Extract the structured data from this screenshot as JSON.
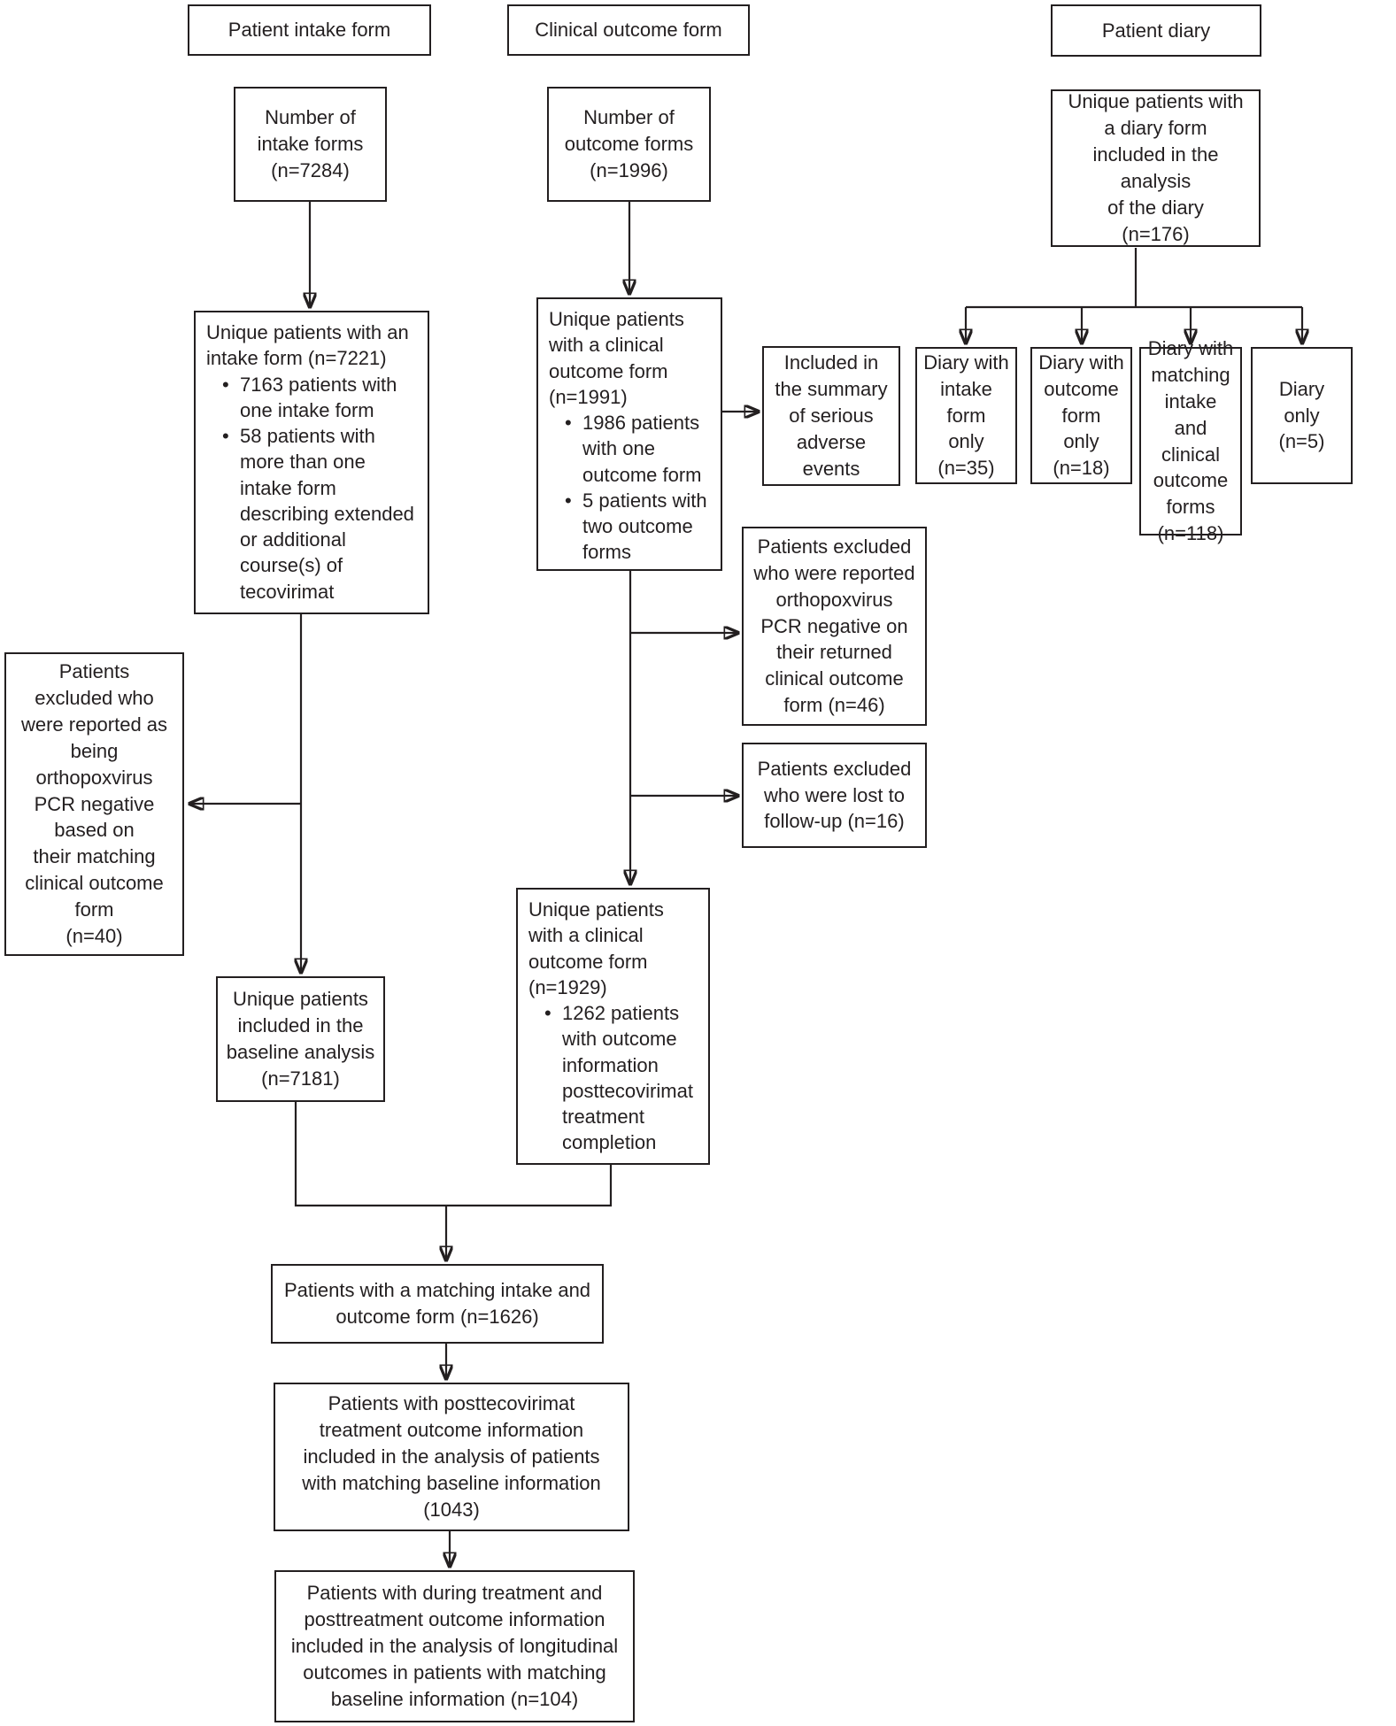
{
  "colors": {
    "ink": "#231f20",
    "background": "#ffffff"
  },
  "boxes": {
    "header_intake": {
      "text": "Patient intake form"
    },
    "header_outcome": {
      "text": "Clinical outcome form"
    },
    "header_diary": {
      "text": "Patient diary"
    },
    "num_intake": {
      "text": "Number of\nintake forms\n(n=7284)"
    },
    "num_outcome": {
      "text": "Number of\noutcome forms\n(n=1996)"
    },
    "diary_unique": {
      "text": "Unique patients with\na diary form\nincluded in the analysis\nof the diary\n(n=176)"
    },
    "intake_unique": {
      "title": "Unique patients with an\nintake form (n=7221)",
      "bullets": [
        "7163 patients with\none intake form",
        "58 patients with\nmore than one\nintake form\ndescribing extended\nor additional\ncourse(s) of\ntecovirimat"
      ]
    },
    "outcome_unique": {
      "title": "Unique patients\nwith a clinical\noutcome form\n(n=1991)",
      "bullets": [
        "1986 patients\nwith one\noutcome form",
        "5 patients with\ntwo outcome\nforms"
      ]
    },
    "sae": {
      "text": "Included in\nthe summary\nof serious\nadverse\nevents"
    },
    "diary_intake_only": {
      "text": "Diary with\nintake\nform\nonly\n(n=35)"
    },
    "diary_outcome_only": {
      "text": "Diary with\noutcome\nform\nonly\n(n=18)"
    },
    "diary_matching": {
      "text": "Diary with\nmatching\nintake and\nclinical\noutcome\nforms\n(n=118)"
    },
    "diary_only": {
      "text": "Diary\nonly\n(n=5)"
    },
    "excluded_pcr_matching": {
      "text": "Patients\nexcluded who\nwere reported as\nbeing\northopoxvirus\nPCR negative\nbased on\ntheir matching\nclinical outcome\nform\n(n=40)"
    },
    "excluded_pcr_returned": {
      "text": "Patients excluded\nwho were reported\northopoxvirus\nPCR negative on\ntheir returned\nclinical outcome\nform (n=46)"
    },
    "excluded_lost_followup": {
      "text": "Patients excluded\nwho were lost to\nfollow-up (n=16)"
    },
    "baseline": {
      "text": "Unique patients\nincluded in the\nbaseline analysis\n(n=7181)"
    },
    "outcome_1929": {
      "title": "Unique patients\nwith a clinical\noutcome form\n(n=1929)",
      "bullets": [
        "1262 patients\nwith outcome\ninformation\nposttecovirimat\ntreatment\ncompletion"
      ]
    },
    "matching_1626": {
      "text": "Patients with a matching intake and\noutcome form (n=1626)"
    },
    "post_1043": {
      "text": "Patients with posttecovirimat\ntreatment outcome information\nincluded in the analysis of patients\nwith matching baseline information\n(1043)"
    },
    "longitudinal_104": {
      "text": "Patients with during treatment and\nposttreatment outcome information\nincluded in the analysis of longitudinal\noutcomes in patients with matching\nbaseline information (n=104)"
    }
  },
  "counts": {
    "intake_forms": 7284,
    "outcome_forms": 1996,
    "diary_patients": 176,
    "unique_intake_patients": 7221,
    "one_intake_form": 7163,
    "multiple_intake_forms": 58,
    "unique_outcome_patients": 1991,
    "one_outcome_form": 1986,
    "two_outcome_forms": 5,
    "diary_intake_only": 35,
    "diary_outcome_only": 18,
    "diary_matching_forms": 118,
    "diary_only": 5,
    "excluded_pcr_negative_matching": 40,
    "excluded_pcr_negative_returned": 46,
    "excluded_lost_followup": 16,
    "baseline_analysis": 7181,
    "unique_outcome_final": 1929,
    "outcome_posttreatment_info": 1262,
    "matching_intake_outcome": 1626,
    "posttreatment_analysis": 1043,
    "longitudinal_analysis": 104
  }
}
